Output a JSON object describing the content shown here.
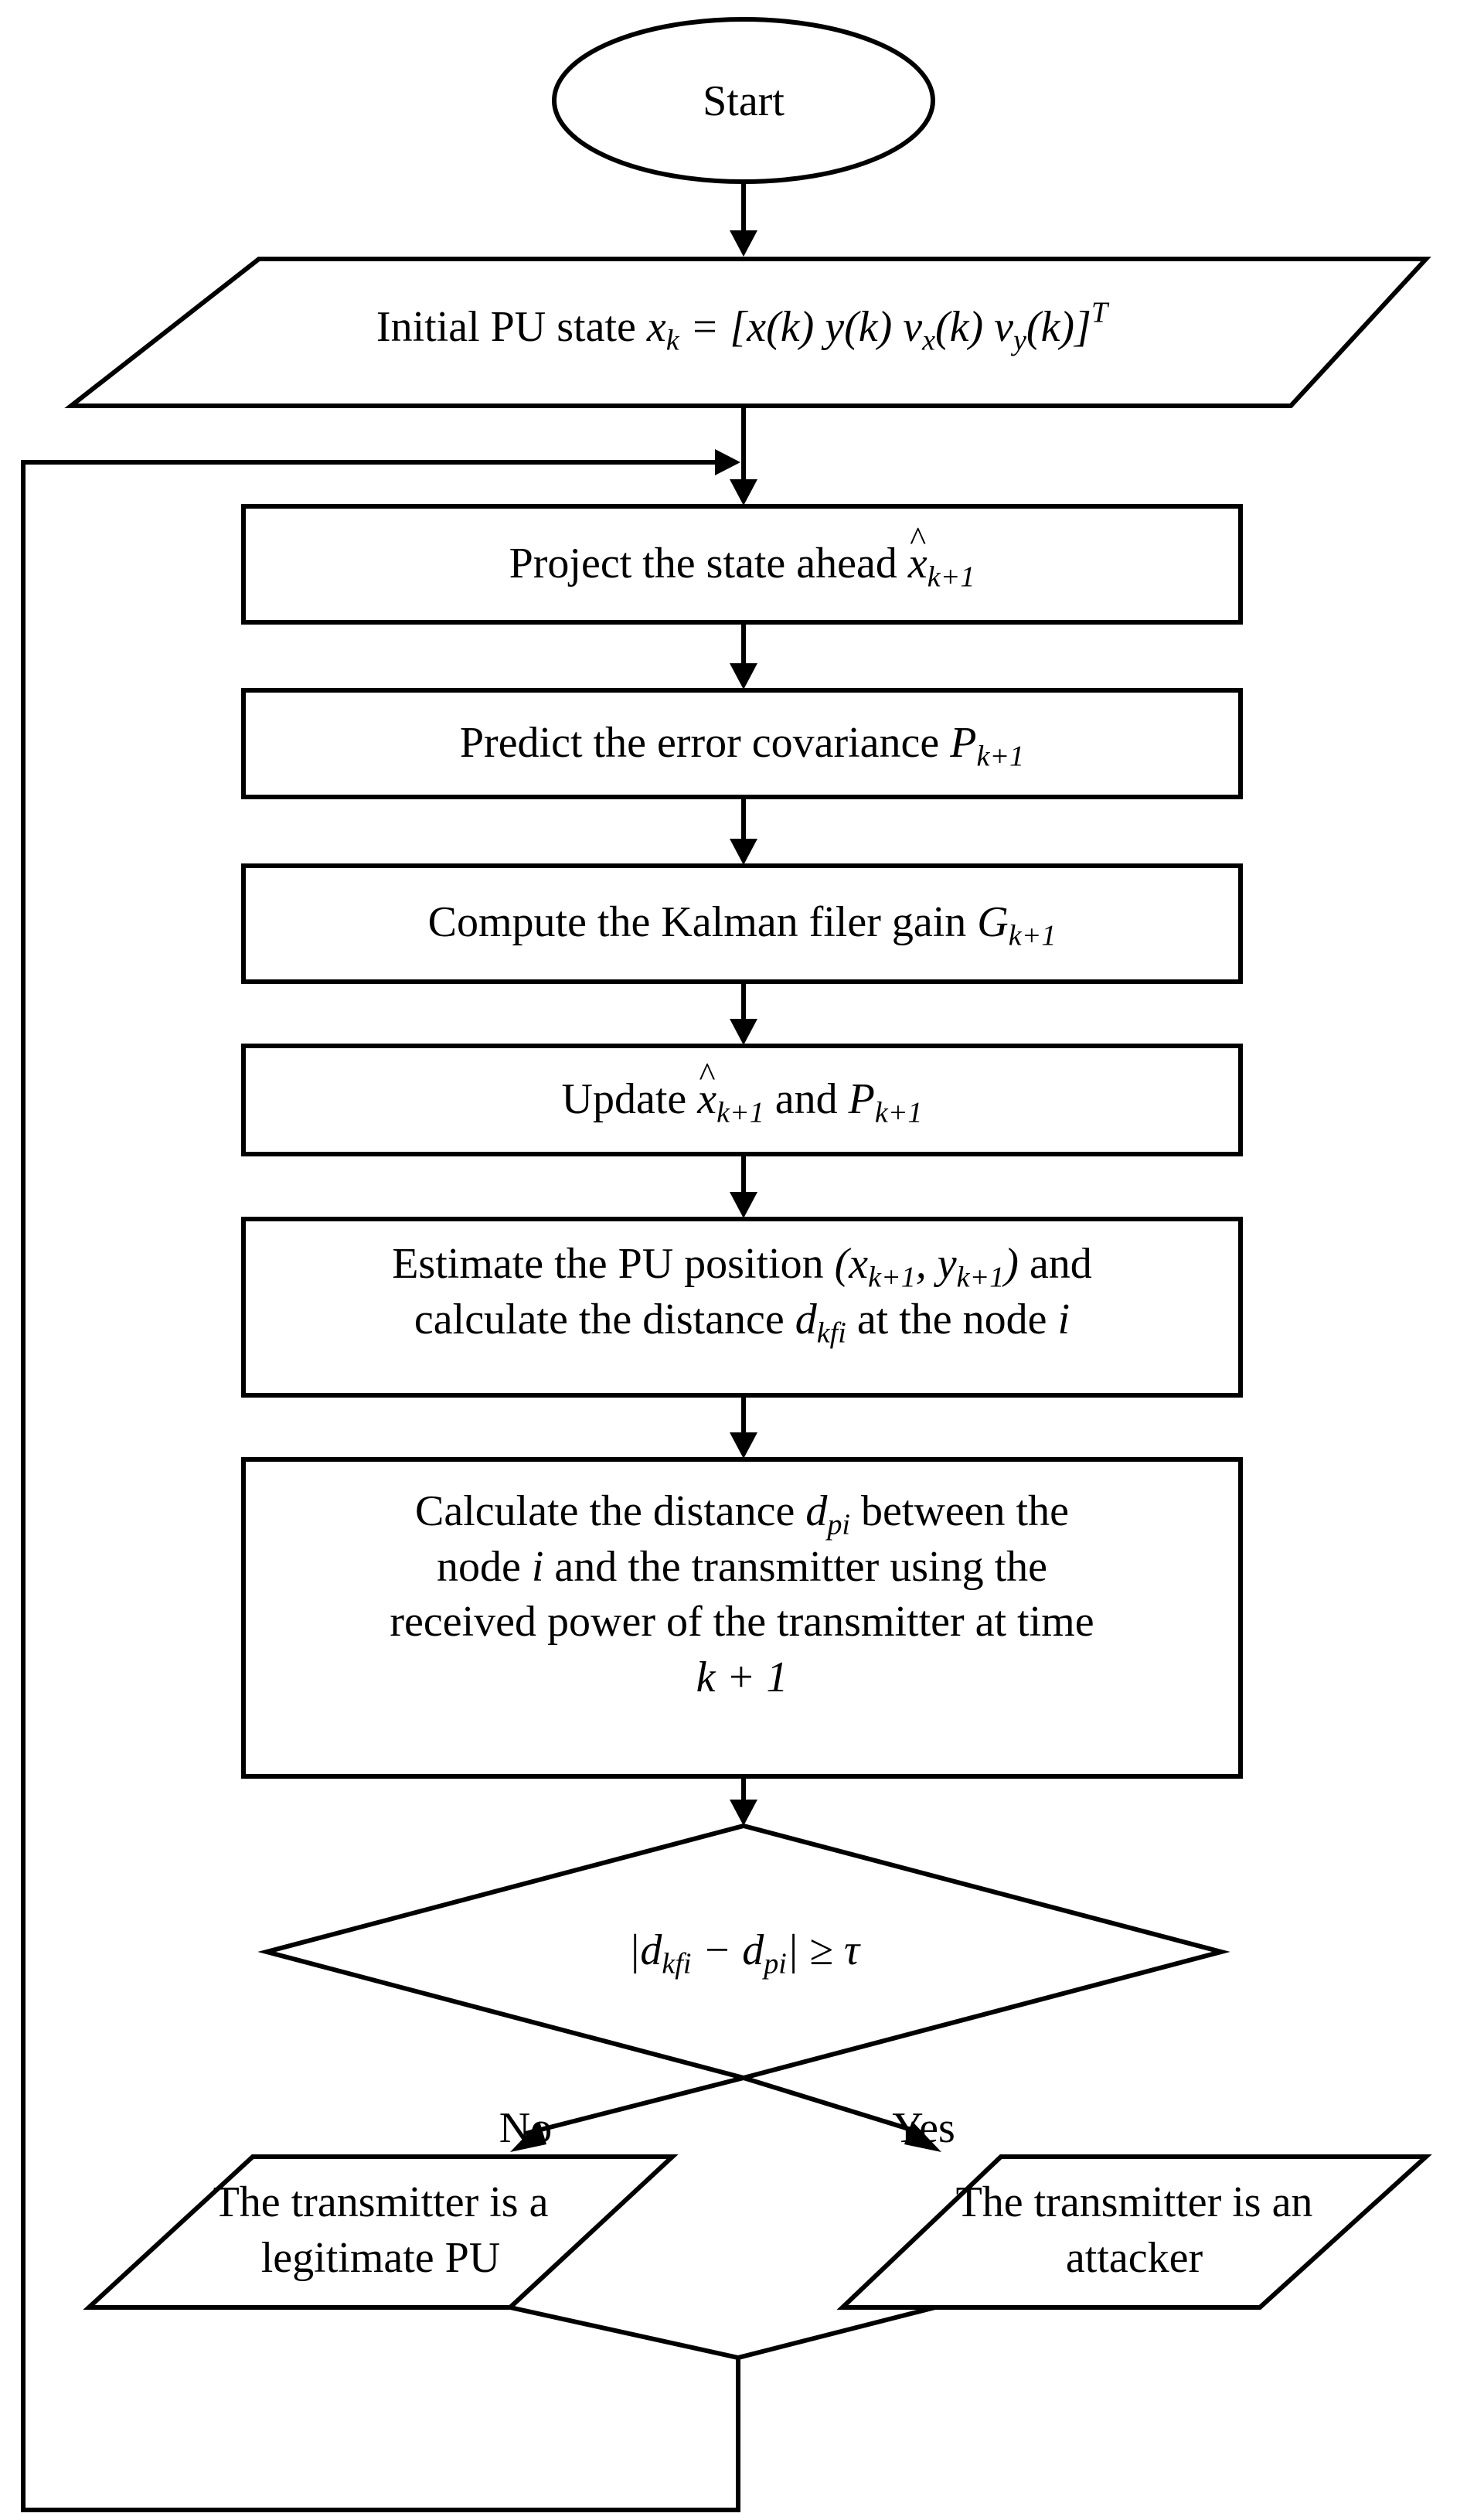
{
  "start": {
    "label": "Start"
  },
  "input": {
    "prefix": "Initial PU state",
    "state_symbol": "x",
    "state_sub": "k",
    "vector": "= [x(k)   y(k)   v",
    "vx_sub": "x",
    "vx_arg": "(k)   v",
    "vy_sub": "y",
    "vy_arg": "(k)]",
    "transpose": "T"
  },
  "steps": {
    "project": {
      "text": "Project the state ahead",
      "sym": "x",
      "sub": "k+1"
    },
    "predict": {
      "text": "Predict the error covariance",
      "sym": "P",
      "sub": "k+1"
    },
    "gain": {
      "text": "Compute the Kalman filer gain",
      "sym": "G",
      "sub": "k+1"
    },
    "update": {
      "word1": "Update",
      "sym1": "x",
      "sub1": "k+1",
      "and": "and",
      "sym2": "P",
      "sub2": "k+1"
    },
    "estimate": {
      "line1_text": "Estimate the PU position",
      "pos_open": "(x",
      "pos_sub1": "k+1",
      "pos_mid": ", y",
      "pos_sub2": "k+1",
      "pos_close": ")",
      "line1_end": "and",
      "line2_text": "calculate the distance",
      "dist_sym": "d",
      "dist_sub": "kfi",
      "line2_end": "at the node",
      "node_sym": "i"
    },
    "calculate": {
      "line1_text": "Calculate the distance",
      "dist_sym": "d",
      "dist_sub": "pi",
      "line1_end": "between the",
      "line2_start": "node",
      "node_sym": "i",
      "line2_end": "and the transmitter using the",
      "line3": "received power of the transmitter at time",
      "line4": "k + 1"
    }
  },
  "decision": {
    "open": "|d",
    "sub1": "kfi",
    "minus": " − d",
    "sub2": "pi",
    "close": "| ≥ τ"
  },
  "branches": {
    "no": "No",
    "yes": "Yes"
  },
  "outcomes": {
    "legitimate": {
      "line1": "The transmitter is a",
      "line2": "legitimate PU"
    },
    "attacker": {
      "line1": "The transmitter is an",
      "line2": "attacker"
    }
  }
}
